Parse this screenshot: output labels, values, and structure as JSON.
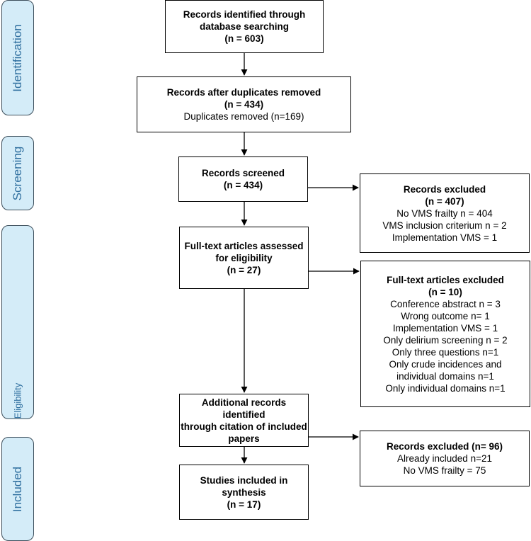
{
  "phases": {
    "identification": "Identification",
    "screening": "Screening",
    "eligibility": "Eligibility",
    "included": "Included"
  },
  "boxes": {
    "identified": {
      "line1": "Records identified through",
      "line2": "database searching",
      "line3": "(n = 603)"
    },
    "dedup": {
      "line1": "Records after duplicates removed",
      "line2": "(n = 434)",
      "line3": "Duplicates removed (n=169)"
    },
    "screened": {
      "line1": "Records screened",
      "line2": "(n = 434)"
    },
    "excluded1": {
      "line1": "Records excluded",
      "line2": "(n = 407)",
      "line3": "No VMS frailty n = 404",
      "line4": "VMS inclusion criterium n = 2",
      "line5": "Implementation VMS = 1"
    },
    "fulltext": {
      "line1": "Full-text articles assessed",
      "line2": "for eligibility",
      "line3": "(n = 27)"
    },
    "excluded2": {
      "line1": "Full-text articles excluded",
      "line2": "(n = 10)",
      "line3": "Conference abstract n = 3",
      "line4": "Wrong outcome n= 1",
      "line5": "Implementation VMS = 1",
      "line6": "Only delirium screening n = 2",
      "line7": "Only three questions n=1",
      "line8": "Only crude incidences and",
      "line9": "individual domains n=1",
      "line10": "Only individual domains n=1"
    },
    "additional": {
      "line1": "Additional records identified",
      "line2": "through citation of included",
      "line3": "papers"
    },
    "excluded3": {
      "line1": "Records excluded (n= 96)",
      "line2": "Already included n=21",
      "line3": "No VMS frailty = 75"
    },
    "included": {
      "line1": "Studies included in",
      "line2": "synthesis",
      "line3": "(n = 17)"
    }
  }
}
